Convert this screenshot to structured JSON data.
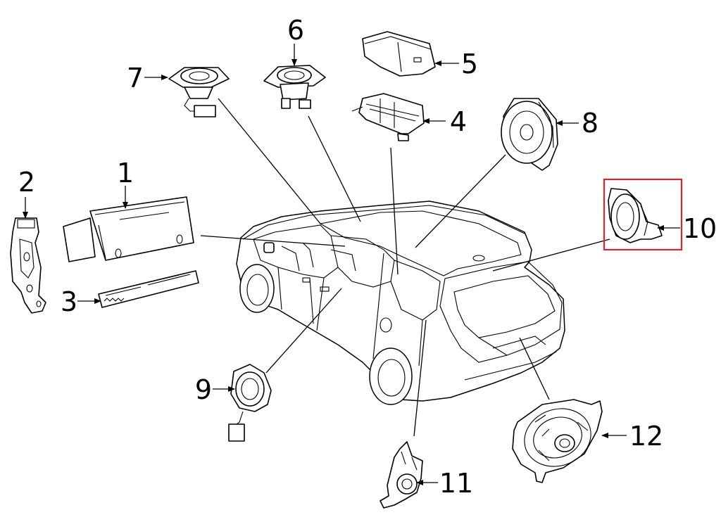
{
  "callouts": [
    {
      "id": "1",
      "text": "1"
    },
    {
      "id": "2",
      "text": "2"
    },
    {
      "id": "3",
      "text": "3"
    },
    {
      "id": "4",
      "text": "4"
    },
    {
      "id": "5",
      "text": "5"
    },
    {
      "id": "6",
      "text": "6"
    },
    {
      "id": "7",
      "text": "7"
    },
    {
      "id": "8",
      "text": "8"
    },
    {
      "id": "9",
      "text": "9"
    },
    {
      "id": "10",
      "text": "10"
    },
    {
      "id": "11",
      "text": "11"
    },
    {
      "id": "12",
      "text": "12"
    }
  ],
  "highlight": {
    "part": "10",
    "color": "#d9262e"
  },
  "colors": {
    "line": "#000000",
    "background": "#ffffff"
  }
}
